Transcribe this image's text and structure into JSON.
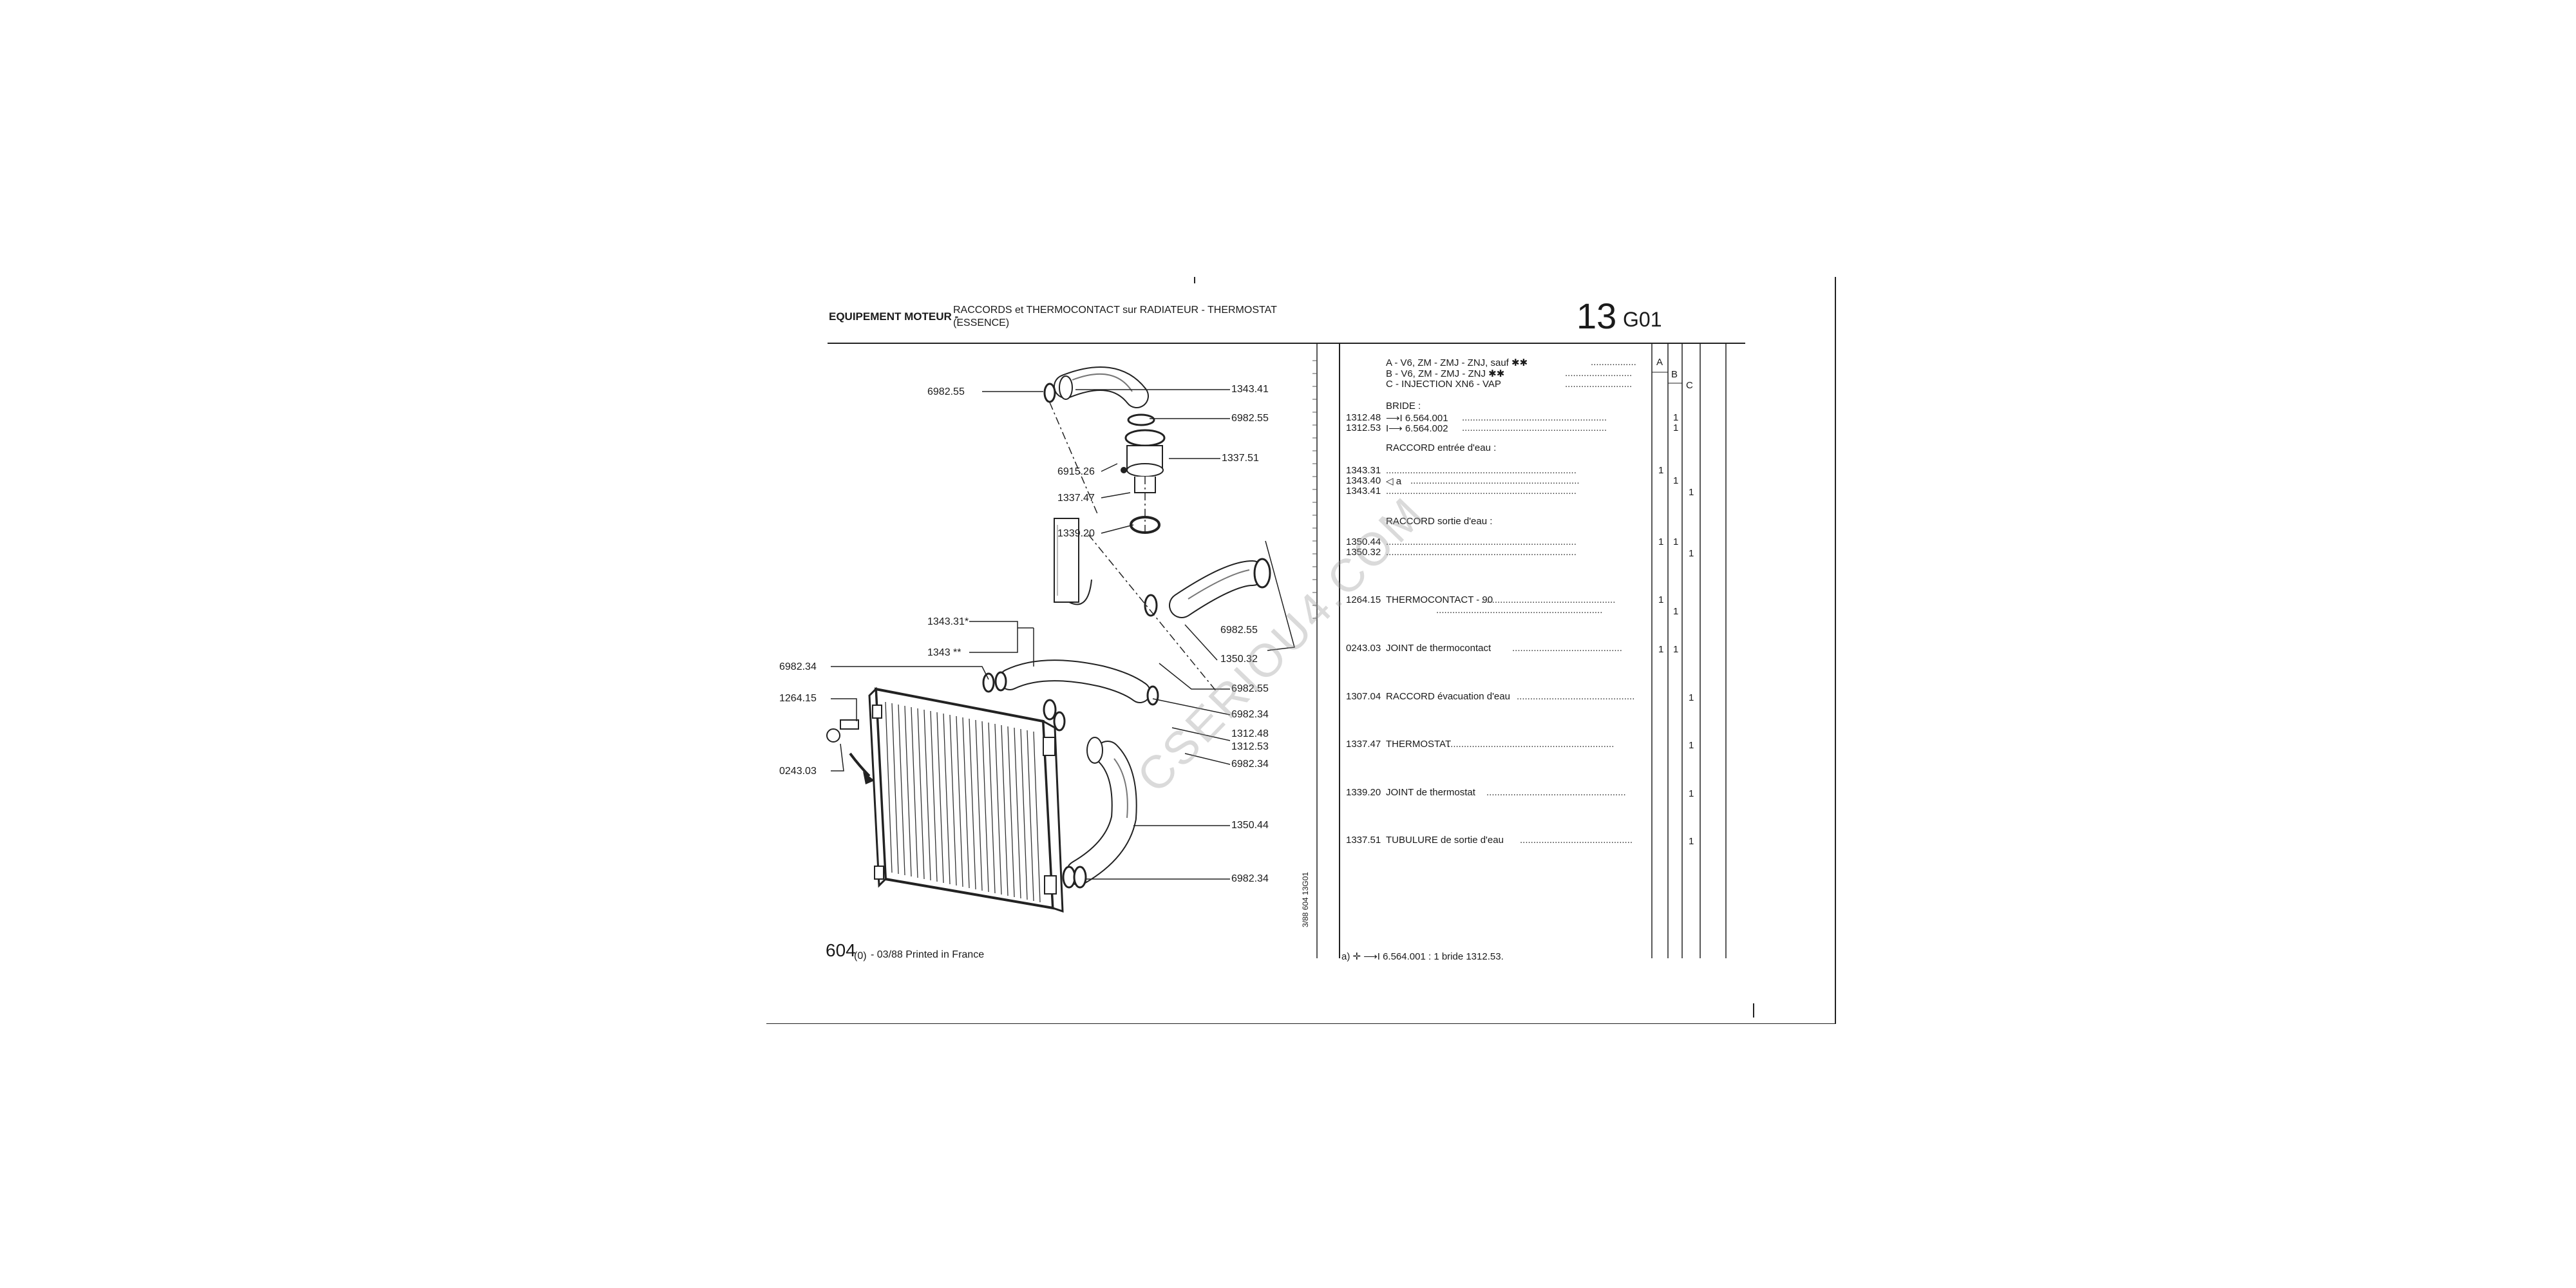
{
  "header": {
    "title": "EQUIPEMENT MOTEUR -",
    "subtitle_line1": "RACCORDS et THERMOCONTACT sur RADIATEUR - THERMOSTAT",
    "subtitle_line2": "(ESSENCE)",
    "section_number": "13",
    "section_code": "G01"
  },
  "diagram": {
    "callouts_left": [
      {
        "label": "6982.55"
      },
      {
        "label": "6915.26"
      },
      {
        "label": "1337.47"
      },
      {
        "label": "1339.20"
      },
      {
        "label": "1343.31*"
      },
      {
        "label": "1343 **"
      },
      {
        "label": "6982.34"
      },
      {
        "label": "1264.15"
      },
      {
        "label": "0243.03"
      }
    ],
    "callouts_right": [
      {
        "label": "1343.41"
      },
      {
        "label": "6982.55"
      },
      {
        "label": "1337.51"
      },
      {
        "label": "6982.55"
      },
      {
        "label": "1350.32"
      },
      {
        "label": "6982.55"
      },
      {
        "label": "6982.34"
      },
      {
        "label": "1312.48"
      },
      {
        "label": "1312.53"
      },
      {
        "label": "6982.34"
      },
      {
        "label": "1350.44"
      },
      {
        "label": "6982.34"
      }
    ],
    "vertical_code": "3/88 604 13G01"
  },
  "table": {
    "legend": [
      {
        "text": "A - V6, ZM - ZMJ - ZNJ, sauf ✱✱",
        "col": "A"
      },
      {
        "text": "B - V6, ZM - ZMJ - ZNJ ✱✱",
        "col": "B"
      },
      {
        "text": "C - INJECTION XN6 - VAP",
        "col": "C"
      }
    ],
    "groups": [
      {
        "heading": "BRIDE :",
        "rows": [
          {
            "ref": "1312.48",
            "desc": "⟶I 6.564.001",
            "a": "",
            "b": "1",
            "c": ""
          },
          {
            "ref": "1312.53",
            "desc": "I⟶ 6.564.002",
            "a": "",
            "b": "1",
            "c": ""
          }
        ]
      },
      {
        "heading": "RACCORD entrée d'eau :",
        "rows": [
          {
            "ref": "1343.31",
            "desc": "",
            "a": "1",
            "b": "",
            "c": ""
          },
          {
            "ref": "1343.40",
            "desc": "◁ a",
            "a": "",
            "b": "1",
            "c": ""
          },
          {
            "ref": "1343.41",
            "desc": "",
            "a": "",
            "b": "",
            "c": "1"
          }
        ]
      },
      {
        "heading": "RACCORD sortie d'eau :",
        "rows": [
          {
            "ref": "1350.44",
            "desc": "",
            "a": "1",
            "b": "1",
            "c": ""
          },
          {
            "ref": "1350.32",
            "desc": "",
            "a": "",
            "b": "",
            "c": "1"
          }
        ]
      },
      {
        "heading": "",
        "rows": [
          {
            "ref": "1264.15",
            "desc": "THERMOCONTACT - 90",
            "a": "1",
            "b": "",
            "c": ""
          },
          {
            "ref": "",
            "desc": "",
            "a": "",
            "b": "1",
            "c": ""
          }
        ]
      },
      {
        "heading": "",
        "rows": [
          {
            "ref": "0243.03",
            "desc": "JOINT de thermocontact",
            "a": "1",
            "b": "1",
            "c": ""
          }
        ]
      },
      {
        "heading": "",
        "rows": [
          {
            "ref": "1307.04",
            "desc": "RACCORD évacuation d'eau",
            "a": "",
            "b": "",
            "c": "1"
          }
        ]
      },
      {
        "heading": "",
        "rows": [
          {
            "ref": "1337.47",
            "desc": "THERMOSTAT",
            "a": "",
            "b": "",
            "c": "1"
          }
        ]
      },
      {
        "heading": "",
        "rows": [
          {
            "ref": "1339.20",
            "desc": "JOINT de thermostat",
            "a": "",
            "b": "",
            "c": "1"
          }
        ]
      },
      {
        "heading": "",
        "rows": [
          {
            "ref": "1337.51",
            "desc": "TUBULURE de sortie d'eau",
            "a": "",
            "b": "",
            "c": "1"
          }
        ]
      }
    ],
    "note": "a) ✛ ⟶I 6.564.001 : 1 bride 1312.53."
  },
  "footer": {
    "model": "604",
    "model_suffix": "(0)",
    "printed": "- 03/88 Printed in France"
  },
  "watermark": "CSERIOU4.COM"
}
